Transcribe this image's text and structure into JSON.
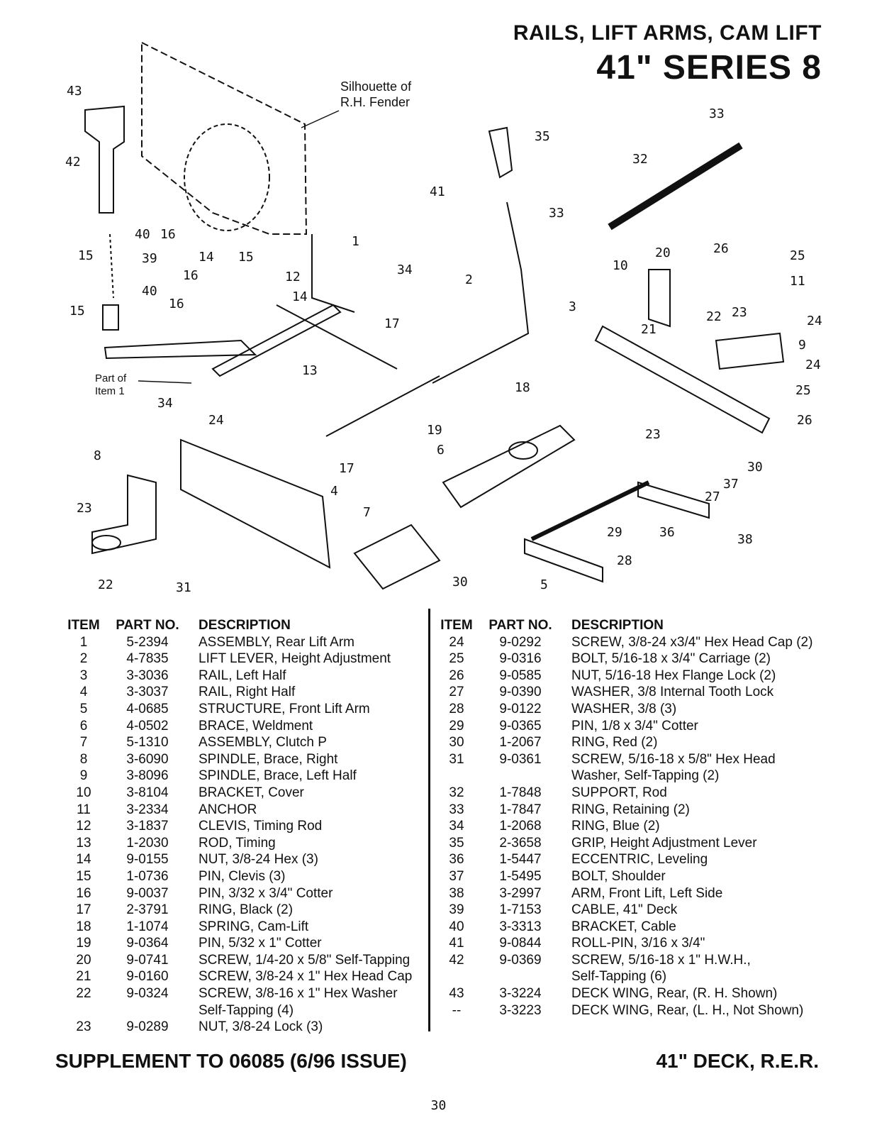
{
  "header": {
    "title_line1": "RAILS, LIFT ARMS, CAM LIFT",
    "title_line2": "41\" SERIES 8"
  },
  "diagram": {
    "notes": {
      "silhouette_line1": "Silhouette of",
      "silhouette_line2": "R.H. Fender",
      "part_of_line1": "Part of",
      "part_of_line2": "Item 1"
    },
    "callouts": [
      "43",
      "42",
      "40",
      "16",
      "15",
      "39",
      "40",
      "16",
      "15",
      "14",
      "15",
      "16",
      "12",
      "14",
      "34",
      "13",
      "34",
      "1",
      "35",
      "41",
      "2",
      "17",
      "18",
      "19",
      "17",
      "24",
      "8",
      "4",
      "23",
      "22",
      "31",
      "7",
      "6",
      "30",
      "5",
      "33",
      "32",
      "33",
      "20",
      "26",
      "25",
      "10",
      "11",
      "3",
      "22",
      "23",
      "24",
      "21",
      "9",
      "24",
      "25",
      "26",
      "23",
      "30",
      "37",
      "27",
      "29",
      "36",
      "38",
      "28"
    ]
  },
  "parts_table": {
    "headers": {
      "item": "ITEM",
      "part_no": "PART NO.",
      "description": "DESCRIPTION"
    },
    "left_rows": [
      {
        "item": "1",
        "part_no": "5-2394",
        "description": "ASSEMBLY, Rear Lift Arm"
      },
      {
        "item": "2",
        "part_no": "4-7835",
        "description": "LIFT LEVER, Height Adjustment"
      },
      {
        "item": "3",
        "part_no": "3-3036",
        "description": "RAIL, Left Half"
      },
      {
        "item": "4",
        "part_no": "3-3037",
        "description": "RAIL, Right Half"
      },
      {
        "item": "5",
        "part_no": "4-0685",
        "description": "STRUCTURE, Front Lift Arm"
      },
      {
        "item": "6",
        "part_no": "4-0502",
        "description": "BRACE, Weldment"
      },
      {
        "item": "7",
        "part_no": "5-1310",
        "description": "ASSEMBLY, Clutch P"
      },
      {
        "item": "8",
        "part_no": "3-6090",
        "description": "SPINDLE, Brace, Right"
      },
      {
        "item": "9",
        "part_no": "3-8096",
        "description": "SPINDLE, Brace, Left Half"
      },
      {
        "item": "10",
        "part_no": "3-8104",
        "description": "BRACKET, Cover"
      },
      {
        "item": "11",
        "part_no": "3-2334",
        "description": "ANCHOR"
      },
      {
        "item": "12",
        "part_no": "3-1837",
        "description": "CLEVIS, Timing Rod"
      },
      {
        "item": "13",
        "part_no": "1-2030",
        "description": "ROD, Timing"
      },
      {
        "item": "14",
        "part_no": "9-0155",
        "description": "NUT, 3/8-24 Hex (3)"
      },
      {
        "item": "15",
        "part_no": "1-0736",
        "description": "PIN, Clevis (3)"
      },
      {
        "item": "16",
        "part_no": "9-0037",
        "description": "PIN, 3/32 x 3/4\" Cotter"
      },
      {
        "item": "17",
        "part_no": "2-3791",
        "description": "RING, Black (2)"
      },
      {
        "item": "18",
        "part_no": "1-1074",
        "description": "SPRING, Cam-Lift"
      },
      {
        "item": "19",
        "part_no": "9-0364",
        "description": "PIN, 5/32 x 1\" Cotter"
      },
      {
        "item": "20",
        "part_no": "9-0741",
        "description": "SCREW, 1/4-20 x 5/8\" Self-Tapping"
      },
      {
        "item": "21",
        "part_no": "9-0160",
        "description": "SCREW, 3/8-24 x 1\" Hex Head Cap"
      },
      {
        "item": "22",
        "part_no": "9-0324",
        "description": "SCREW, 3/8-16 x 1\"  Hex Washer\nSelf-Tapping (4)"
      },
      {
        "item": "23",
        "part_no": "9-0289",
        "description": "NUT, 3/8-24 Lock (3)"
      }
    ],
    "right_rows": [
      {
        "item": "24",
        "part_no": "9-0292",
        "description": "SCREW, 3/8-24 x3/4\" Hex Head Cap (2)"
      },
      {
        "item": "25",
        "part_no": "9-0316",
        "description": "BOLT, 5/16-18 x 3/4\" Carriage (2)"
      },
      {
        "item": "26",
        "part_no": "9-0585",
        "description": "NUT, 5/16-18 Hex Flange Lock (2)"
      },
      {
        "item": "27",
        "part_no": "9-0390",
        "description": "WASHER, 3/8 Internal Tooth Lock"
      },
      {
        "item": "28",
        "part_no": "9-0122",
        "description": "WASHER, 3/8 (3)"
      },
      {
        "item": "29",
        "part_no": "9-0365",
        "description": "PIN, 1/8 x 3/4\" Cotter"
      },
      {
        "item": "30",
        "part_no": "1-2067",
        "description": "RING, Red (2)"
      },
      {
        "item": "31",
        "part_no": "9-0361",
        "description": "SCREW, 5/16-18 x 5/8\" Hex Head\nWasher, Self-Tapping (2)"
      },
      {
        "item": "32",
        "part_no": "1-7848",
        "description": "SUPPORT, Rod"
      },
      {
        "item": "33",
        "part_no": "1-7847",
        "description": "RING, Retaining (2)"
      },
      {
        "item": "34",
        "part_no": "1-2068",
        "description": "RING, Blue (2)"
      },
      {
        "item": "35",
        "part_no": "2-3658",
        "description": "GRIP, Height Adjustment Lever"
      },
      {
        "item": "36",
        "part_no": "1-5447",
        "description": "ECCENTRIC, Leveling"
      },
      {
        "item": "37",
        "part_no": "1-5495",
        "description": "BOLT, Shoulder"
      },
      {
        "item": "38",
        "part_no": "3-2997",
        "description": "ARM, Front Lift, Left Side"
      },
      {
        "item": "39",
        "part_no": "1-7153",
        "description": "CABLE, 41\" Deck"
      },
      {
        "item": "40",
        "part_no": "3-3313",
        "description": "BRACKET, Cable"
      },
      {
        "item": "41",
        "part_no": "9-0844",
        "description": "ROLL-PIN, 3/16 x 3/4\""
      },
      {
        "item": "42",
        "part_no": "9-0369",
        "description": "SCREW, 5/16-18 x 1\" H.W.H.,\nSelf-Tapping (6)"
      },
      {
        "item": "43",
        "part_no": "3-3224",
        "description": "DECK WING, Rear, (R. H. Shown)"
      },
      {
        "item": "--",
        "part_no": "3-3223",
        "description": "DECK WING, Rear, (L. H., Not Shown)"
      }
    ]
  },
  "footer": {
    "left": "SUPPLEMENT TO 06085 (6/96 ISSUE)",
    "right": "41\" DECK, R.E.R.",
    "page_number": "30"
  }
}
